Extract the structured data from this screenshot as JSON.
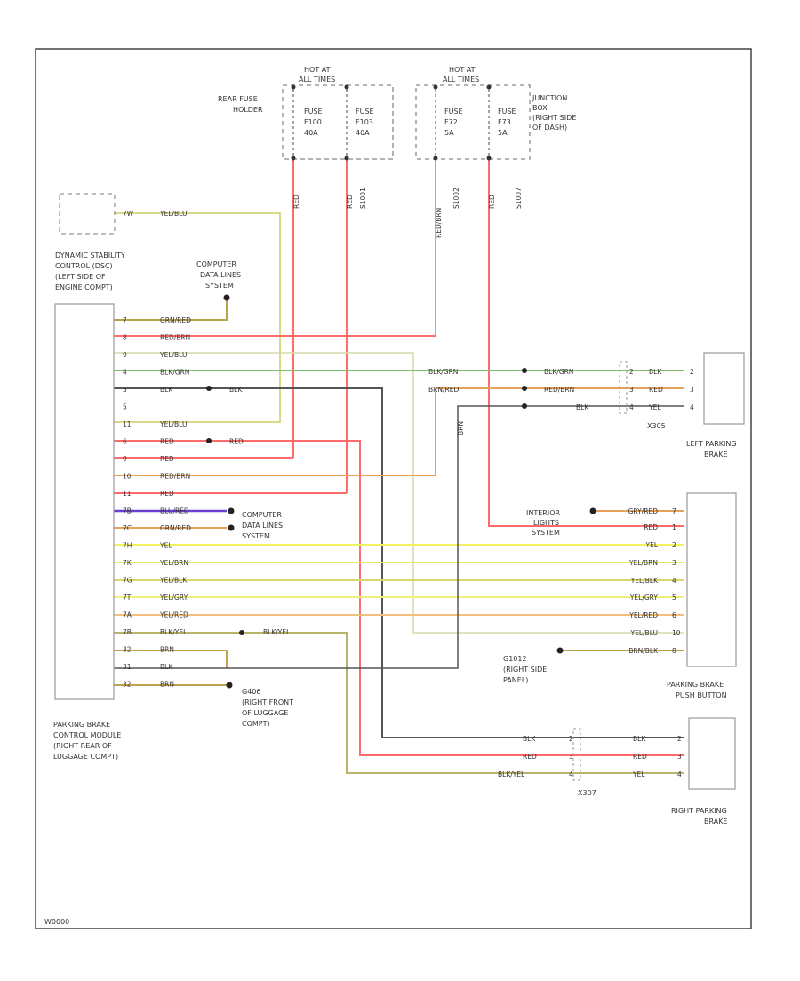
{
  "frame": {
    "id_code": "W0000"
  },
  "power": {
    "left": {
      "hot_label": [
        "HOT AT",
        "ALL TIMES"
      ],
      "holder_label": [
        "REAR FUSE",
        "HOLDER"
      ],
      "fuses": [
        [
          "FUSE",
          "F100",
          "40A"
        ],
        [
          "FUSE",
          "F103",
          "40A"
        ]
      ],
      "wire_colors": [
        "RED",
        "RED"
      ],
      "splice": "S1001"
    },
    "right": {
      "hot_label": [
        "HOT AT",
        "ALL TIMES"
      ],
      "holder_label": [
        "JUNCTION",
        "BOX",
        "(RIGHT SIDE",
        "OF DASH)"
      ],
      "fuses": [
        [
          "FUSE",
          "F72",
          "5A"
        ],
        [
          "FUSE",
          "F73",
          "5A"
        ]
      ],
      "wire_colors": [
        "RED/BRN",
        "RED"
      ],
      "splices": [
        "S1002",
        "S1007"
      ]
    }
  },
  "dsc": {
    "pin": "7W",
    "wire": "YEL/BLU",
    "label": [
      "DYNAMIC STABILITY",
      "CONTROL (DSC)",
      "(LEFT SIDE OF",
      "ENGINE COMPT)"
    ]
  },
  "cdl_top": {
    "label": [
      "COMPUTER",
      "DATA LINES",
      "SYSTEM"
    ]
  },
  "cdl_mid": {
    "label": [
      "COMPUTER",
      "DATA LINES",
      "SYSTEM"
    ]
  },
  "module": {
    "label": [
      "PARKING BRAKE",
      "CONTROL MODULE",
      "(RIGHT REAR OF",
      "LUGGAGE COMPT)"
    ],
    "rows": [
      {
        "pin": "7",
        "wire": "GRN/RED"
      },
      {
        "pin": "8",
        "wire": "RED/BRN"
      },
      {
        "pin": "9",
        "wire": "YEL/BLU"
      },
      {
        "pin": "4",
        "wire": "BLK/GRN"
      },
      {
        "pin": "3",
        "wire": "BLK",
        "wire2": "BLK"
      },
      {
        "pin": "5",
        "wire": ""
      },
      {
        "pin": "11",
        "wire": "YEL/BLU"
      },
      {
        "pin": "6",
        "wire": "RED",
        "wire2": "RED"
      },
      {
        "pin": "9",
        "wire": "RED"
      },
      {
        "pin": "10",
        "wire": "RED/BRN"
      },
      {
        "pin": "11",
        "wire": "RED"
      },
      {
        "pin": "7B",
        "wire": "BLU/RED"
      },
      {
        "pin": "7C",
        "wire": "GRN/RED"
      },
      {
        "pin": "7H",
        "wire": "YEL"
      },
      {
        "pin": "7K",
        "wire": "YEL/BRN"
      },
      {
        "pin": "7G",
        "wire": "YEL/BLK"
      },
      {
        "pin": "7T",
        "wire": "YEL/GRY"
      },
      {
        "pin": "7A",
        "wire": "YEL/RED"
      },
      {
        "pin": "7B",
        "wire": "BLK/YEL",
        "wire2": "BLK/YEL"
      },
      {
        "pin": "32",
        "wire": "BRN"
      },
      {
        "pin": "31",
        "wire": "BLK"
      },
      {
        "pin": "32",
        "wire": "BRN"
      }
    ]
  },
  "left_brake": {
    "connector": "X305",
    "mid_wires": [
      "BLK/GRN",
      "BRN/RED"
    ],
    "right_wires": [
      "BLK/GRN",
      "RED/BRN",
      "BLK"
    ],
    "pins": [
      {
        "num": "2",
        "wire": "BLK"
      },
      {
        "num": "3",
        "wire": "RED"
      },
      {
        "num": "4",
        "wire": "YEL"
      }
    ],
    "wire_label": "BRN",
    "label": [
      "LEFT PARKING",
      "BRAKE"
    ]
  },
  "pushbutton": {
    "interior_label": [
      "INTERIOR",
      "LIGHTS",
      "SYSTEM"
    ],
    "rows": [
      {
        "wire": "GRY/RED",
        "pin": "7"
      },
      {
        "wire": "RED",
        "pin": "1"
      },
      {
        "wire": "YEL",
        "pin": "2"
      },
      {
        "wire": "YEL/BRN",
        "pin": "3"
      },
      {
        "wire": "YEL/BLK",
        "pin": "4"
      },
      {
        "wire": "YEL/GRY",
        "pin": "5"
      },
      {
        "wire": "YEL/RED",
        "pin": "6"
      },
      {
        "wire": "YEL/BLU",
        "pin": "10"
      },
      {
        "wire": "BRN/BLK",
        "pin": "8"
      }
    ],
    "ground_label": [
      "G1012",
      "(RIGHT SIDE",
      "PANEL)"
    ],
    "label": [
      "PARKING BRAKE",
      "PUSH BUTTON"
    ]
  },
  "ground_luggage": {
    "label": [
      "G406",
      "(RIGHT FRONT",
      "OF LUGGAGE",
      "COMPT)"
    ]
  },
  "right_brake": {
    "connector": "X307",
    "left_wires": [
      "BLK",
      "RED",
      "BLK/YEL"
    ],
    "left_pins": [
      "2",
      "3",
      "4"
    ],
    "pins": [
      {
        "num": "2",
        "wire": "BLK"
      },
      {
        "num": "3",
        "wire": "RED"
      },
      {
        "num": "4",
        "wire": "YEL"
      }
    ],
    "label": [
      "RIGHT PARKING",
      "BRAKE"
    ]
  },
  "colors": {
    "red": "#ff6a6a",
    "yellow": "#f2f25e",
    "olive": "#b8b46a",
    "green": "#7fbf6a",
    "purple": "#6b3fcf",
    "gray": "#555555",
    "orange": "#e6a15a",
    "brown": "#c2a24a"
  }
}
